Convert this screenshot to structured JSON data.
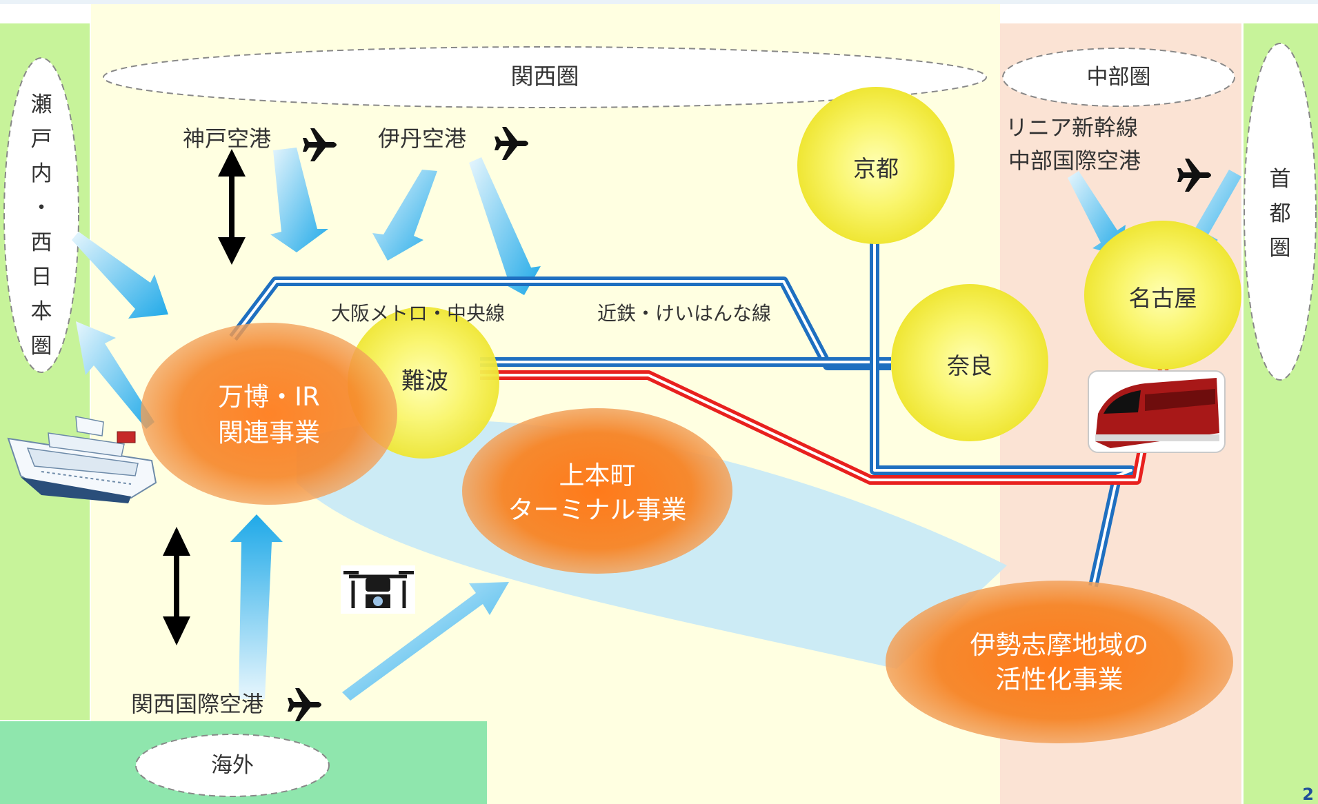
{
  "regions": {
    "kansai": "関西圏",
    "chubu": "中部圏",
    "setouchi": "瀬戸内・西日本圏",
    "shuto": "首都圏",
    "kaigai": "海外"
  },
  "airports": {
    "kobe": "神戸空港",
    "itami": "伊丹空港",
    "kansai_intl": "関西国際空港",
    "chubu_line1": "リニア新幹線",
    "chubu_line2": "中部国際空港"
  },
  "cities": {
    "kyoto": "京都",
    "nara": "奈良",
    "nagoya": "名古屋",
    "namba": "難波"
  },
  "projects": {
    "expo_line1": "万博・IR",
    "expo_line2": "関連事業",
    "uehonmachi_line1": "上本町",
    "uehonmachi_line2": "ターミナル事業",
    "ise_line1": "伊勢志摩地域の",
    "ise_line2": "活性化事業"
  },
  "rail_lines": {
    "chuo": "大阪メトロ・中央線",
    "keihanna": "近鉄・けいはんな線"
  },
  "page_number": "2",
  "colors": {
    "kansai_bg": "#FFFFE1",
    "chubu_bg": "#FBE3D4",
    "side_bg": "#C7F39A",
    "kaigai_bg": "#8FE6AD",
    "project_orange": "#F57F2A",
    "city_yellow": "#F7F04C",
    "line_blue": "#1E6FC0",
    "line_red": "#E8201E",
    "arrow_blue": "#29B3EA"
  }
}
